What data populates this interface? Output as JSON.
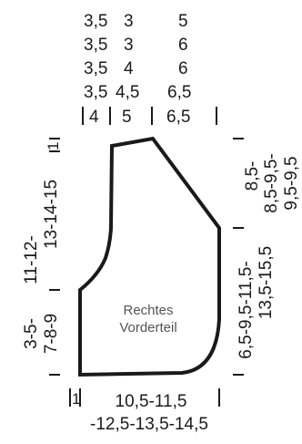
{
  "piece_label": [
    "Rechtes",
    "Vorderteil"
  ],
  "top_rows": [
    [
      "3,5",
      "3",
      "5"
    ],
    [
      "3,5",
      "3",
      "6"
    ],
    [
      "3,5",
      "4",
      "6"
    ],
    [
      "3,5",
      "4,5",
      "6,5"
    ]
  ],
  "top_final": [
    "4",
    "5",
    "6,5"
  ],
  "left_upper": [
    "11-12-",
    "13-14-15"
  ],
  "left_lower": [
    "3-5-",
    "7-8-9"
  ],
  "left_marker": "1",
  "right_upper": [
    "8,5-",
    "8,5-9,5-",
    "9,5-9,5"
  ],
  "right_lower": [
    "6,5-9,5-11,5-",
    "13,5-15,5"
  ],
  "bottom_marker": "1",
  "bottom_width": [
    "10,5-11,5",
    "-12,5-13,5-14,5"
  ]
}
